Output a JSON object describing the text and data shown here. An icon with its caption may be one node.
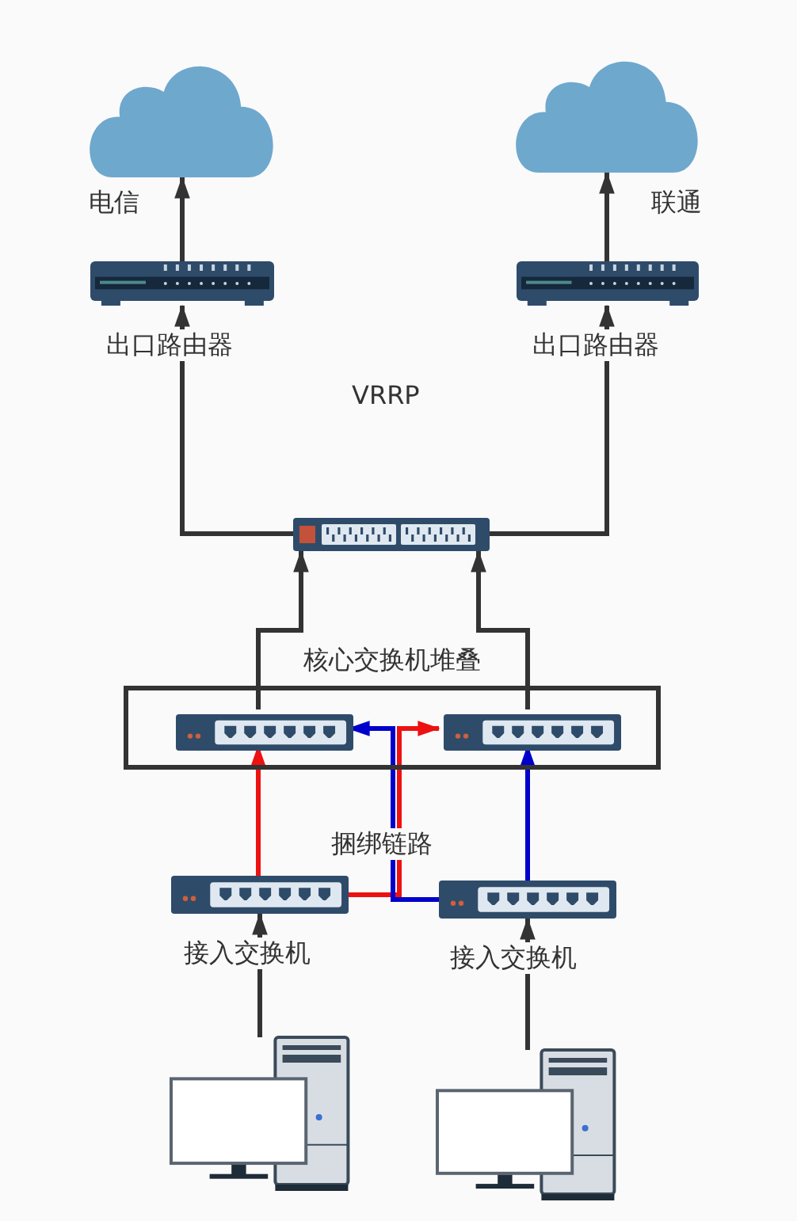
{
  "diagram": {
    "nodes": [
      {
        "text": [],
        "shape": "cloud",
        "beside": [
          "电信"
        ]
      },
      {
        "text": [],
        "shape": "cloud",
        "beside": [
          "联通"
        ]
      },
      {
        "text": [],
        "shape": "router",
        "beside": [
          "出口路由器"
        ]
      },
      {
        "text": [],
        "shape": "router",
        "beside": [
          "出口路由器"
        ]
      },
      {
        "text": [],
        "shape": "switch"
      },
      {
        "text": [
          "核心交换机堆叠"
        ]
      },
      {
        "text": [],
        "shape": "switch",
        "in": 5
      },
      {
        "text": [],
        "shape": "switch",
        "in": 5
      },
      {
        "text": [],
        "shape": "switch",
        "beside": [
          "接入交换机"
        ]
      },
      {
        "text": [],
        "shape": "switch",
        "beside": [
          "接入交换机"
        ]
      },
      {
        "text": [],
        "shape": "computer"
      },
      {
        "text": [],
        "shape": "computer"
      }
    ],
    "edges": [
      {
        "from": 2,
        "to": 0,
        "arrow": "to"
      },
      {
        "from": 3,
        "to": 1,
        "arrow": "to"
      },
      {
        "from": 4,
        "to": 2,
        "arrow": "to"
      },
      {
        "from": 4,
        "to": 3,
        "arrow": "to"
      },
      {
        "from": 6,
        "to": 4,
        "arrow": "to"
      },
      {
        "from": 7,
        "to": 4,
        "arrow": "to"
      },
      {
        "from": 8,
        "to": 6,
        "arrow": "to",
        "color": "#ee1111"
      },
      {
        "from": 9,
        "to": 7,
        "arrow": "to",
        "color": "#0000cc"
      },
      {
        "from": 8,
        "to": 7,
        "arrow": "to",
        "color": "#ee1111"
      },
      {
        "from": 9,
        "to": 6,
        "arrow": "to",
        "color": "#0000cc"
      },
      {
        "from": 10,
        "to": 8,
        "arrow": "to"
      },
      {
        "from": 11,
        "to": 9,
        "arrow": "to"
      }
    ],
    "labels": [
      "VRRP",
      "捆绑链路"
    ]
  }
}
